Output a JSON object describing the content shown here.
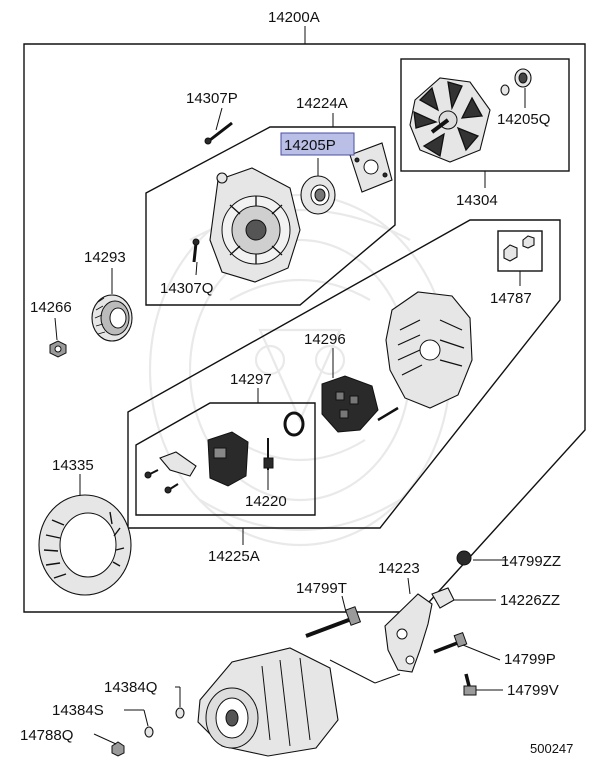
{
  "diagram": {
    "figure_number": "500247",
    "highlighted_part": "14205P",
    "labels": {
      "assembly": "14200A",
      "screw_top": "14307P",
      "bracket_assy": "14224A",
      "bearing": "14205P",
      "bearing_right": "14205Q",
      "rotor": "14304",
      "pulley": "14293",
      "nut": "14266",
      "screw_bottom": "14307Q",
      "terminal_nuts": "14787",
      "rectifier": "14296",
      "regulator": "14297",
      "brush": "14220",
      "regulator_frame": "14225A",
      "stator": "14335",
      "bracket": "14223",
      "cap": "14799ZZ",
      "clip": "14226ZZ",
      "bolt_long": "14799T",
      "bolt_p": "14799P",
      "bolt_v": "14799V",
      "washer_q": "14384Q",
      "washer_s": "14384S",
      "nut_q": "14788Q"
    }
  }
}
